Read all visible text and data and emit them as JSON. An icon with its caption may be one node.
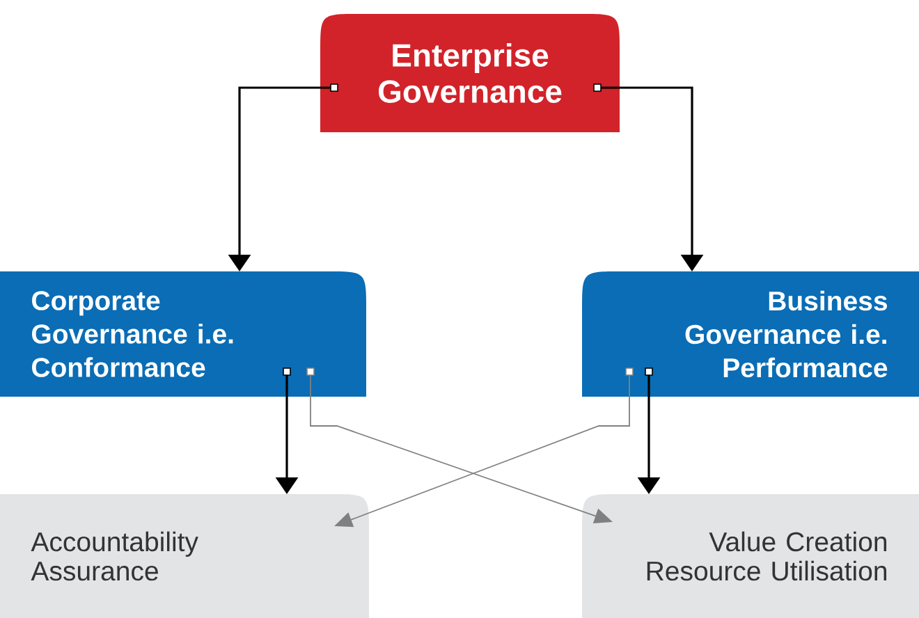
{
  "diagram": {
    "nodes": [
      {
        "text": [
          "Enterprise Governance"
        ]
      },
      {
        "text": [
          "Corporate Governance i.e. Conformance"
        ]
      },
      {
        "text": [
          "Business Governance i.e. Performance"
        ]
      },
      {
        "text": [
          "Accountability Assurance"
        ]
      },
      {
        "text": [
          "Value Creation Resource Utilisation"
        ]
      }
    ],
    "edges": [
      {
        "from": 0,
        "to": 1,
        "arrow": "to"
      },
      {
        "from": 0,
        "to": 2,
        "arrow": "to"
      },
      {
        "from": 1,
        "to": 3,
        "arrow": "to"
      },
      {
        "from": 2,
        "to": 4,
        "arrow": "to"
      },
      {
        "from": 1,
        "to": 4,
        "arrow": "to",
        "color": "#808080"
      },
      {
        "from": 2,
        "to": 3,
        "arrow": "to",
        "color": "#808080"
      }
    ]
  }
}
